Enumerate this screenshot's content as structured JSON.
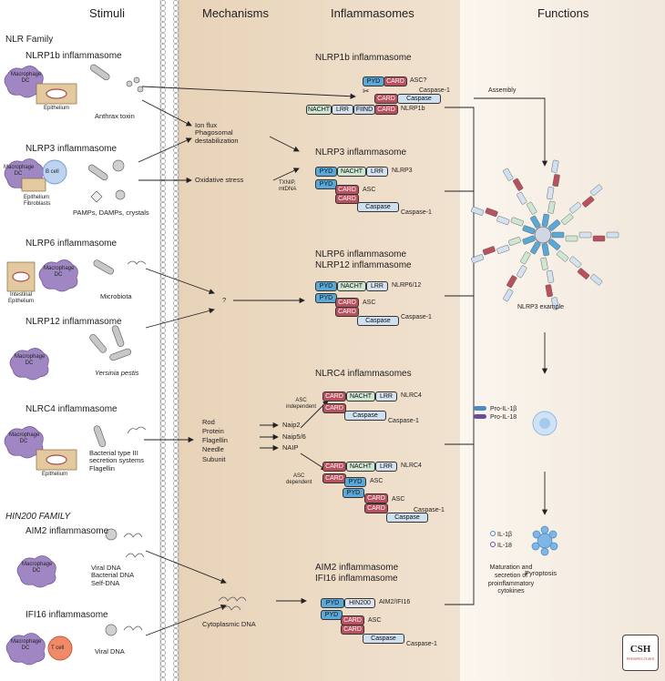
{
  "headers": {
    "stimuli": "Stimuli",
    "mechanisms": "Mechanisms",
    "inflammasomes": "Inflammasomes",
    "functions": "Functions"
  },
  "stimuli": {
    "nlr_family": "NLR Family",
    "nlrp1b_title": "NLRP1b inflammasome",
    "macrophage_dc": "Macrophage\nDC",
    "epithelium": "Epithelium",
    "anthrax_toxin": "Anthrax toxin",
    "nlrp3_title": "NLRP3 inflammasome",
    "b_cell": "B cell",
    "epithelium_fibroblasts": "Epithelium\nFibroblasts",
    "pamps": "PAMPs, DAMPs, crystals",
    "nlrp6_title": "NLRP6 inflammasome",
    "intestinal_epithelium": "Intestinal\nEpithelium",
    "microbiota": "Microbiota",
    "nlrp12_title": "NLRP12 inflammasome",
    "yersinia": "Yersinia pestis",
    "nlrc4_title": "NLRC4 inflammasome",
    "bacterial_t3": "Bacterial type III\nsecretion systems\nFlagellin",
    "hin200_family": "HIN200 FAMILY",
    "aim2_title": "AIM2 inflammasome",
    "viral_bacterial_self": "Viral DNA\nBacterial DNA\nSelf-DNA",
    "ifi16_title": "IFI16 inflammasome",
    "t_cell": "T cell",
    "viral_dna": "Viral DNA"
  },
  "mechanisms": {
    "ion_flux": "Ion flux\nPhagosomal\ndestabilization",
    "oxidative": "Oxidative stress",
    "txnip": "TXNIP,\nmtDNA",
    "unknown": "?",
    "rod_list": "Rod\nProtein\nFlagellin\nNeedle\nSubunit",
    "naip2": "Naip2",
    "naip56": "Naip5/6",
    "naip": "NAIP",
    "cyto_dna": "Cytoplasmic DNA"
  },
  "inflammasomes": {
    "nlrp1b_title": "NLRP1b inflammasome",
    "nlrp3_title": "NLRP3 inflammasome",
    "nlrp6_title": "NLRP6 inflammasome\nNLRP12 inflammasome",
    "nlrc4_title": "NLRC4 inflammasomes",
    "aim2_title": "AIM2 inflammasome\nIFI16 inflammasome",
    "asc_q": "ASC?",
    "caspase1": "Caspase-1",
    "nlrp1b": "NLRP1b",
    "nlrp3": "NLRP3",
    "asc": "ASC",
    "nlrp612": "NLRP6/12",
    "asc_indep": "ASC\nindependent",
    "asc_dep": "ASC\ndependent",
    "nlrc4": "NLRC4",
    "aim2_ifi16": "AIM2/IFI16",
    "d_pyd": "PYD",
    "d_card": "CARD",
    "d_nacht": "NACHT",
    "d_lrr": "LRR",
    "d_fiind": "FIIND",
    "d_caspase": "Caspase",
    "d_hin": "HIN200"
  },
  "functions": {
    "assembly": "Assembly",
    "nlrp3_example": "NLRP3 example",
    "pro_il1b": "Pro-IL-1β",
    "pro_il18": "Pro-IL-18",
    "il1b": "IL-1β",
    "il18": "IL-18",
    "maturation": "Maturation and\nsecretion of\nproinflammatory\ncytokines",
    "pyroptosis": "Pyroptosis"
  },
  "logo": {
    "line1": "CSH",
    "line2": "PERSPECTIVES"
  },
  "colors": {
    "pyd": "#5aa8d8",
    "card": "#b8505e",
    "nacht": "#cfe6d2",
    "lrr": "#d6e2ef",
    "caspase": "#cfe0f0",
    "mechanisms_bg": "#ead7c0",
    "cell": "#a087c4"
  }
}
